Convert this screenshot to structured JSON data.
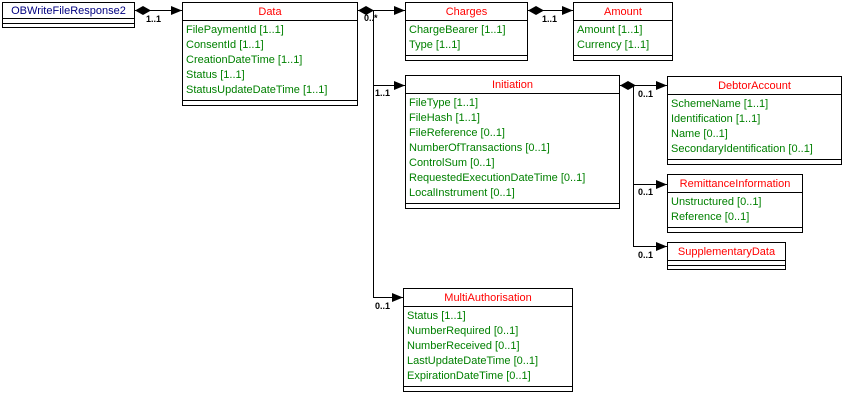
{
  "classes": {
    "root": {
      "title": "OBWriteFileResponse2"
    },
    "data": {
      "title": "Data",
      "attrs": [
        "FilePaymentId [1..1]",
        "ConsentId [1..1]",
        "CreationDateTime [1..1]",
        "Status [1..1]",
        "StatusUpdateDateTime [1..1]"
      ]
    },
    "charges": {
      "title": "Charges",
      "attrs": [
        "ChargeBearer [1..1]",
        "Type [1..1]"
      ]
    },
    "amount": {
      "title": "Amount",
      "attrs": [
        "Amount [1..1]",
        "Currency [1..1]"
      ]
    },
    "initiation": {
      "title": "Initiation",
      "attrs": [
        "FileType [1..1]",
        "FileHash [1..1]",
        "FileReference [0..1]",
        "NumberOfTransactions [0..1]",
        "ControlSum [0..1]",
        "RequestedExecutionDateTime [0..1]",
        "LocalInstrument [0..1]"
      ]
    },
    "debtor_account": {
      "title": "DebtorAccount",
      "attrs": [
        "SchemeName [1..1]",
        "Identification [1..1]",
        "Name [0..1]",
        "SecondaryIdentification [0..1]"
      ]
    },
    "remittance_information": {
      "title": "RemittanceInformation",
      "attrs": [
        "Unstructured [0..1]",
        "Reference [0..1]"
      ]
    },
    "supplementary_data": {
      "title": "SupplementaryData"
    },
    "multi_authorisation": {
      "title": "MultiAuthorisation",
      "attrs": [
        "Status [1..1]",
        "NumberRequired [0..1]",
        "NumberReceived [0..1]",
        "LastUpdateDateTime [0..1]",
        "ExpirationDateTime [0..1]"
      ]
    }
  },
  "multiplicities": {
    "root_to_data": "1..1",
    "data_to_charges": "0..*",
    "data_to_initiation": "1..1",
    "data_to_multi_authorisation": "0..1",
    "charges_to_amount": "1..1",
    "initiation_to_debtor_account": "0..1",
    "initiation_to_remittance_information": "0..1",
    "initiation_to_supplementary_data": "0..1"
  },
  "colors": {
    "class_title": "#ff0000",
    "root_title": "#000080",
    "attribute_text": "#008000",
    "connector": "#000000",
    "background": "#ffffff"
  }
}
